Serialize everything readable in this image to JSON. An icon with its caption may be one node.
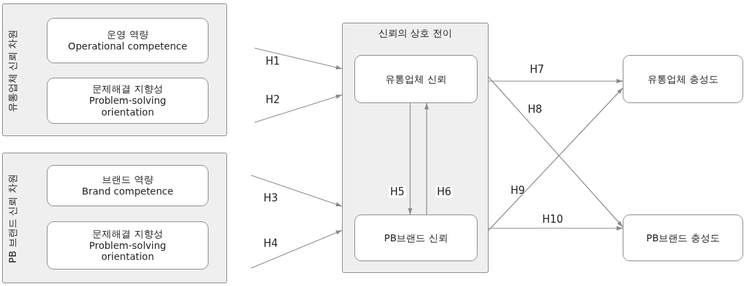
{
  "diagram": {
    "nodes": [
      {
        "text": [
          "유통업체 신뢰 차원"
        ]
      },
      {
        "text": [
          "운영 역량",
          "Operational competence"
        ],
        "in": 0
      },
      {
        "text": [
          "문제해결 지향성",
          "Problem-solving orientation"
        ],
        "in": 0
      },
      {
        "text": [
          "PB 브랜드 신뢰 차원"
        ]
      },
      {
        "text": [
          "브랜드 역량",
          "Brand competence"
        ],
        "in": 3
      },
      {
        "text": [
          "문제해결 지향성",
          "Problem-solving orientation"
        ],
        "in": 3
      },
      {
        "text": [
          "신뢰의 상호 전이"
        ]
      },
      {
        "text": [
          "유통업체 신뢰"
        ],
        "in": 6
      },
      {
        "text": [
          "PB브랜드 신뢰"
        ],
        "in": 6
      },
      {
        "text": [
          "유통업체 충성도"
        ]
      },
      {
        "text": [
          "PB브랜드 충성도"
        ]
      }
    ],
    "edges": [
      {
        "from": null,
        "to": 6,
        "arrow": "to",
        "label": "H1"
      },
      {
        "from": null,
        "to": 6,
        "arrow": "to",
        "label": "H2"
      },
      {
        "from": null,
        "to": 6,
        "arrow": "to",
        "label": "H3"
      },
      {
        "from": null,
        "to": 6,
        "arrow": "to",
        "label": "H4"
      },
      {
        "from": 7,
        "to": 8,
        "arrow": "to",
        "label": "H5"
      },
      {
        "from": 8,
        "to": 7,
        "arrow": "to",
        "label": "H6"
      },
      {
        "from": 6,
        "to": 9,
        "arrow": "to",
        "label": "H7"
      },
      {
        "from": 6,
        "to": 10,
        "arrow": "to",
        "label": "H8"
      },
      {
        "from": 6,
        "to": 9,
        "arrow": "to",
        "label": "H9"
      },
      {
        "from": 6,
        "to": 10,
        "arrow": "to",
        "label": "H10"
      }
    ]
  }
}
